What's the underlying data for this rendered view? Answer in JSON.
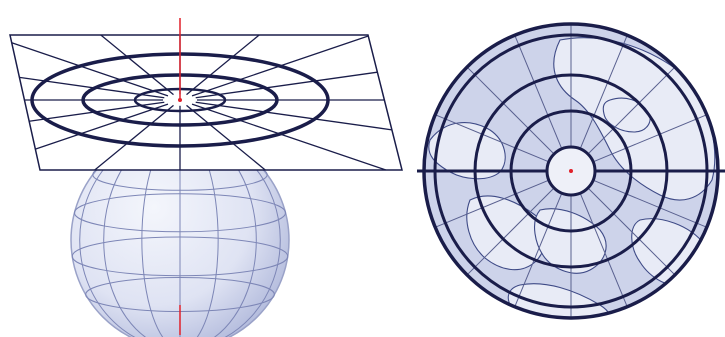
{
  "figures": [
    {
      "id": "planar-projection-setup",
      "shows": [
        "plane",
        "globe",
        "axis",
        "tangent-point"
      ],
      "ring_count": 3,
      "meridian_count": 16
    },
    {
      "id": "azimuthal-projection-map",
      "shows": [
        "disk",
        "coastlines",
        "rings",
        "meridians",
        "equator-line",
        "center-point"
      ],
      "ring_count": 4,
      "meridian_count": 16
    }
  ],
  "colors": {
    "grid_line": "#1a1d4a",
    "globe_fill": "#dfe3f3",
    "globe_shade": "#b7bfe0",
    "disk_fill": "#c9cfe8",
    "coast": "#3e4a86",
    "axis_red": "#e0202a",
    "background": "#ffffff"
  }
}
